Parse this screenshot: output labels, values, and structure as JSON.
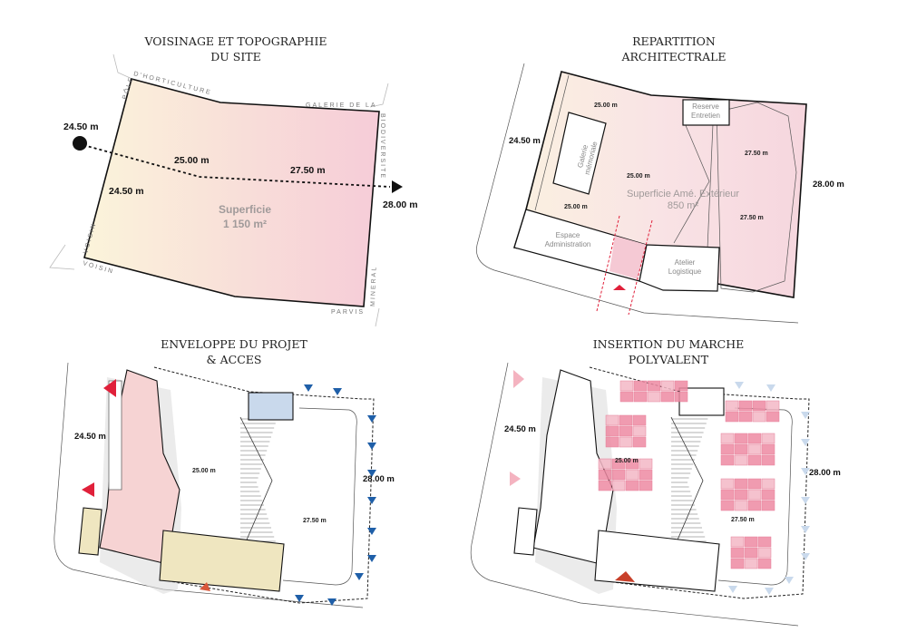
{
  "panels": [
    {
      "title_line1": "VOISINAGE ET TOPOGRAPHIE",
      "title_line2": "DU SITE",
      "neighbours": {
        "pole": "PÔLE",
        "horticulture": "D'HORTICULTURE",
        "galerie": "GALERIE DE LA",
        "biodiversite": "BIODIVERSITE",
        "voisin_vertical": "VOISIN",
        "voisin_horizontal": "VOISIN",
        "mineral": "MINERAL",
        "parvis": "PARVIS"
      },
      "levels": {
        "start": "24.50 m",
        "a": "25.00 m",
        "b": "27.50 m",
        "c": "24.50 m",
        "end": "28.00 m"
      },
      "area_label": "Superficie",
      "area_value": "1 150 m²"
    },
    {
      "title_line1": "REPARTITION",
      "title_line2": "ARCHITECTRALE",
      "rooms": {
        "galerie_1": "Galerie",
        "galerie_2": "mémoriale",
        "reserve_1": "Reserve",
        "reserve_2": "Entretien",
        "admin_1": "Espace",
        "admin_2": "Administration",
        "atelier_1": "Atelier",
        "atelier_2": "Logistique"
      },
      "area_label": "Superficie Amé. Extérieur",
      "area_value": "850 m²",
      "levels": {
        "left": "24.50 m",
        "top": "25.00 m",
        "mid": "25.00 m",
        "low": "25.00 m",
        "r1": "27.50 m",
        "r2": "27.50 m",
        "right": "28.00 m"
      }
    },
    {
      "title_line1": "ENVELOPPE DU PROJET",
      "title_line2": "& ACCES",
      "levels": {
        "left": "24.50 m",
        "mid": "25.00 m",
        "right": "28.00 m",
        "low": "27.50 m"
      }
    },
    {
      "title_line1": "INSERTION DU MARCHE",
      "title_line2": "POLYVALENT",
      "levels": {
        "left": "24.50 m",
        "mid": "25.00 m",
        "right": "28.00 m",
        "low": "27.50 m"
      }
    }
  ],
  "colors": {
    "yellow": "#fbf3d8",
    "pink": "#f6cdd8",
    "red": "#e0203a",
    "blue": "#1f5fa8",
    "light_blue": "#c9d9ec",
    "market_pink": "#ee8aa3"
  }
}
